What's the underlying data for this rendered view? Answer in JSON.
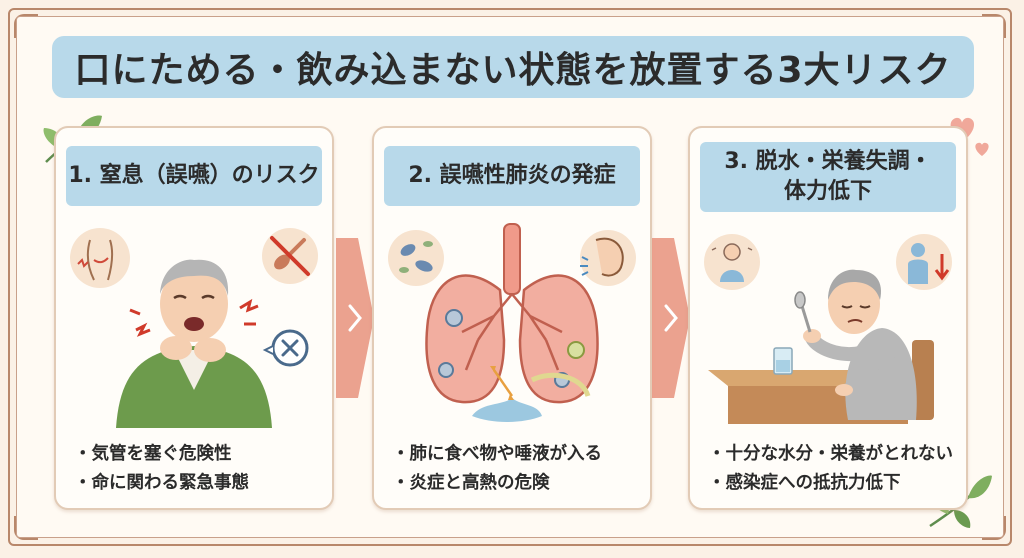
{
  "title": "口にためる・飲み込まない状態を放置する3大リスク",
  "cards": [
    {
      "heading": "1. 窒息（誤嚥）のリスク",
      "bullets": [
        "・気管を塞ぐ危険性",
        "・命に関わる緊急事態"
      ],
      "icons": [
        "throat-icon",
        "spoon-prohibited-icon",
        "x-mark-icon"
      ]
    },
    {
      "heading_line1": "2. 誤嚥性肺炎の発症",
      "bullets": [
        "・肺に食べ物や唾液が入る",
        "・炎症と高熱の危険"
      ],
      "icons": [
        "bacteria-icon",
        "coughing-face-icon"
      ]
    },
    {
      "heading_line1": "3. 脱水・栄養失調・",
      "heading_line2": "体力低下",
      "bullets": [
        "・十分な水分・栄養がとれない",
        "・感染症への抵抗力低下"
      ],
      "icons": [
        "weak-person-icon",
        "decline-person-icon"
      ]
    }
  ],
  "colors": {
    "header_blue": "#b8d9ea",
    "arrow_coral": "#e8927c",
    "frame_brown": "#b8876a",
    "background": "#fbf1e6"
  }
}
